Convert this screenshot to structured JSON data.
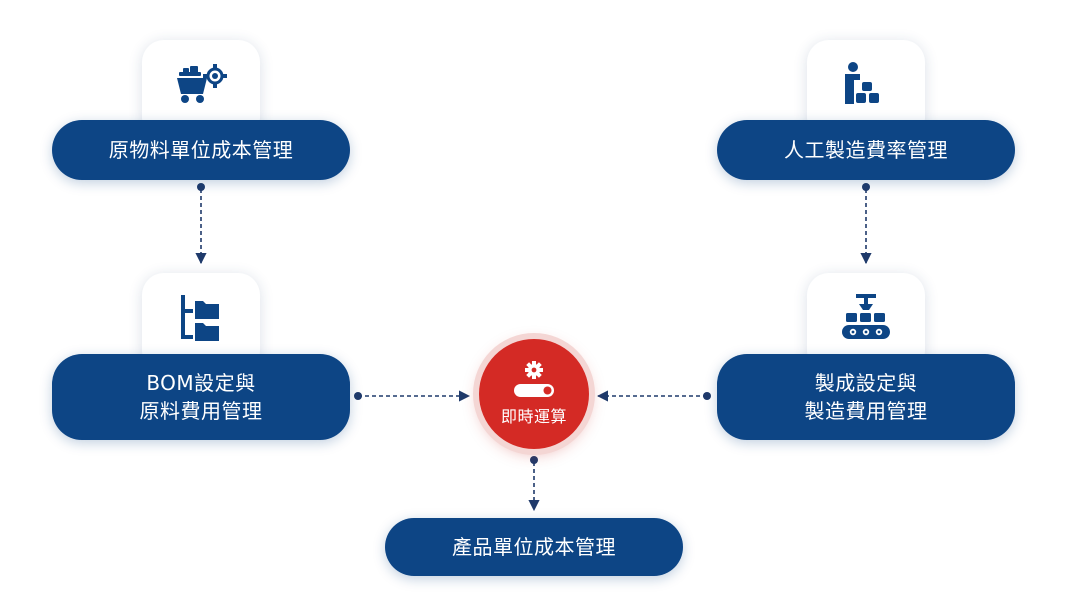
{
  "nodes": {
    "raw_material": {
      "label": "原物料單位成本管理",
      "icon": "mining-cart-gear-icon"
    },
    "labor": {
      "label": "人工製造費率管理",
      "icon": "worker-boxes-icon"
    },
    "bom": {
      "line1": "BOM設定與",
      "line2": "原料費用管理",
      "icon": "folder-tree-icon"
    },
    "manufacturing": {
      "line1": "製成設定與",
      "line2": "製造費用管理",
      "icon": "conveyor-belt-icon"
    },
    "realtime": {
      "label": "即時運算",
      "icon": "gear-toggle-icon"
    },
    "product": {
      "label": "產品單位成本管理"
    }
  },
  "colors": {
    "node_fill": "#0d4585",
    "hub_fill": "#d42a25",
    "connector": "#1f3a6b"
  }
}
